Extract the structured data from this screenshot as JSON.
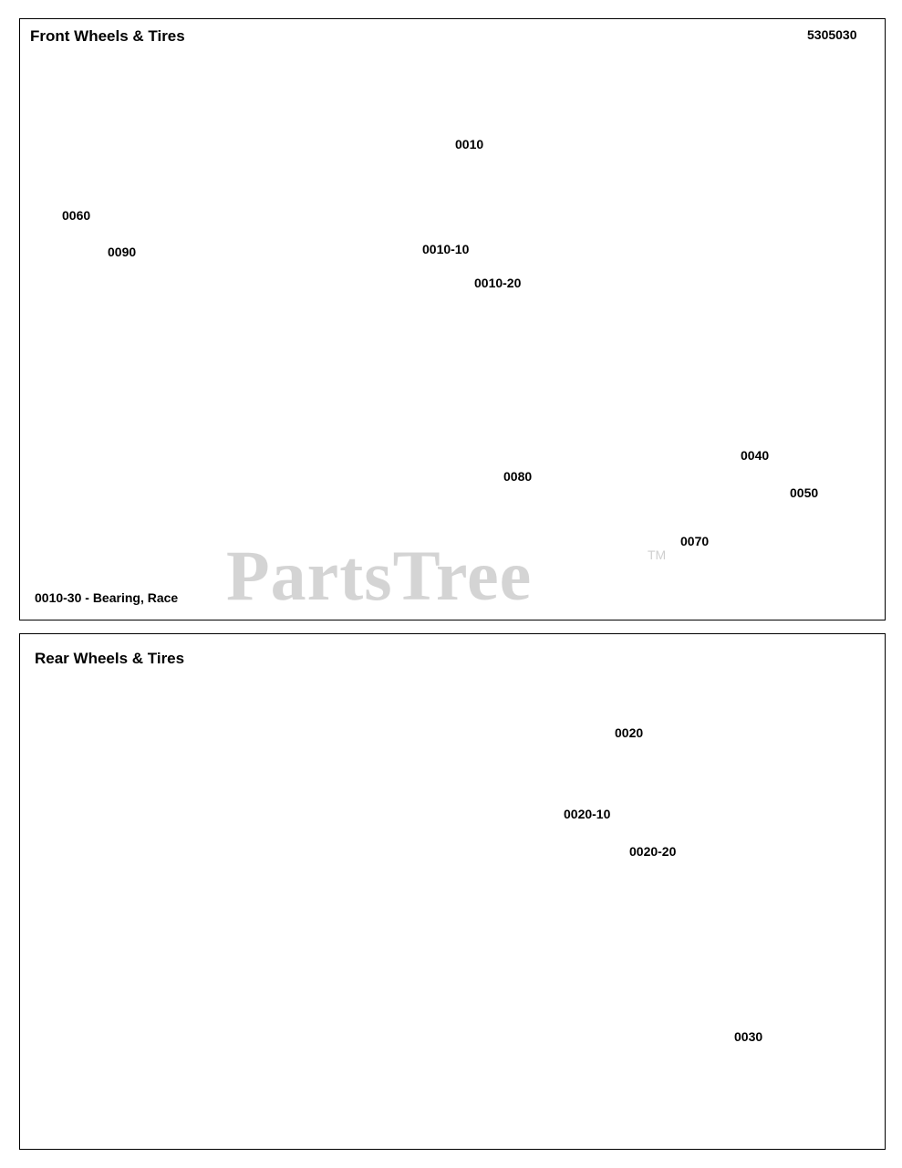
{
  "front": {
    "title": "Front Wheels & Tires",
    "diagram_code": "5305030",
    "note": "0010-30 - Bearing, Race",
    "callouts": {
      "c0010": "0010",
      "c0060": "0060",
      "c0090": "0090",
      "c0010_10": "0010-10",
      "c0010_20": "0010-20",
      "c0080": "0080",
      "c0070": "0070",
      "c0040": "0040",
      "c0050": "0050"
    }
  },
  "rear": {
    "title": "Rear Wheels & Tires",
    "callouts": {
      "c0020": "0020",
      "c0020_10": "0020-10",
      "c0020_20": "0020-20",
      "c0030": "0030"
    }
  },
  "watermark": {
    "text": "PartsTree",
    "tm": "TM"
  }
}
